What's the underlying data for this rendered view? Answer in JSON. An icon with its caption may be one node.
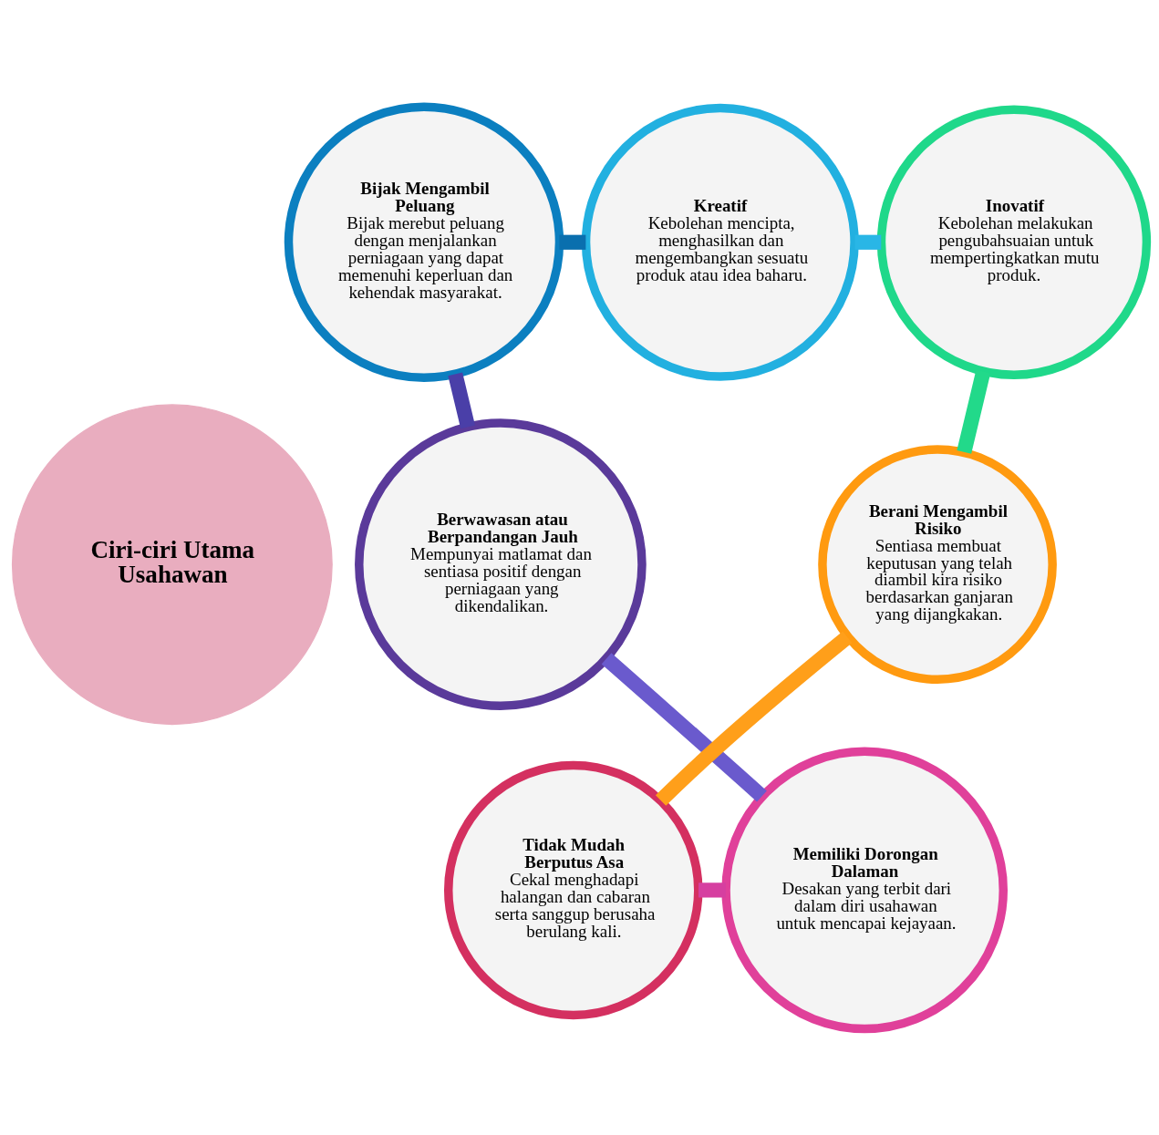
{
  "diagram": {
    "nodes": [
      {
        "text": [
          "Ciri-ciri Utama Usahawan"
        ]
      },
      {
        "text": [
          "Bijak Mengambil Peluang",
          "Bijak merebut peluang dengan menjalankan perniagaan yang dapat memenuhi keperluan dan kehendak masyarakat."
        ]
      },
      {
        "text": [
          "Kreatif",
          "Kebolehan mencipta, menghasilkan dan mengembangkan sesuatu produk atau idea baharu."
        ]
      },
      {
        "text": [
          "Inovatif",
          "Kebolehan melakukan pengubahsuaian untuk mempertingkatkan mutu produk."
        ]
      },
      {
        "text": [
          "Berwawasan atau Berpandangan Jauh",
          "Mempunyai matlamat dan sentiasa positif dengan perniagaan yang dikendalikan."
        ]
      },
      {
        "text": [
          "Berani Mengambil Risiko",
          "Sentiasa membuat keputusan yang telah diambil kira risiko berdasarkan ganjaran yang dijangkakan."
        ]
      },
      {
        "text": [
          "Memiliki Dorongan Dalaman",
          "Desakan yang terbit dari dalam diri usahawan untuk mencapai kejayaan."
        ]
      },
      {
        "text": [
          "Tidak Mudah Berputus Asa",
          "Cekal menghadapi halangan dan cabaran serta sanggup berusaha berulang kali."
        ]
      }
    ],
    "edges": [
      {
        "from": 1,
        "to": 2,
        "arrow": "none",
        "color": "#0a6fae"
      },
      {
        "from": 2,
        "to": 3,
        "arrow": "none",
        "color": "#29b6e6"
      },
      {
        "from": 3,
        "to": 5,
        "arrow": "none",
        "color": "#22d98a"
      },
      {
        "from": 5,
        "to": 7,
        "arrow": "none",
        "color": "#ff9f1a"
      },
      {
        "from": 7,
        "to": 6,
        "arrow": "none",
        "color": "#d63fa0"
      },
      {
        "from": 6,
        "to": 4,
        "arrow": "none",
        "color": "#6a5acd"
      },
      {
        "from": 4,
        "to": 1,
        "arrow": "none",
        "color": "#4a3fa8"
      }
    ]
  }
}
